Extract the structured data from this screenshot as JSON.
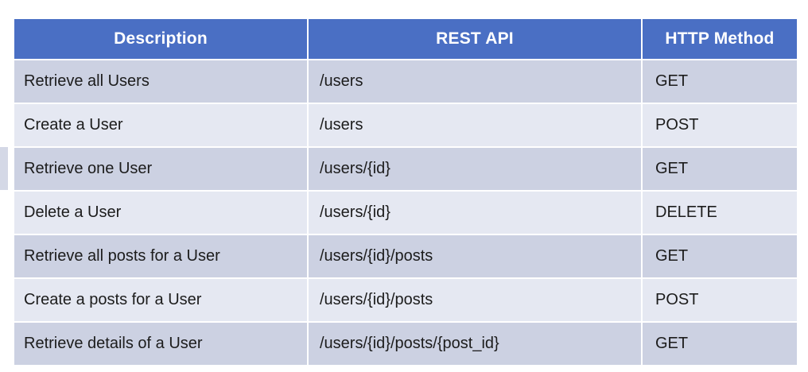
{
  "table": {
    "name": "rest-api-reference-table",
    "headers": [
      "Description",
      "REST API",
      "HTTP Method"
    ],
    "rows": [
      {
        "description": "Retrieve all Users",
        "rest_api": "/users",
        "http_method": "GET"
      },
      {
        "description": "Create a User",
        "rest_api": "/users",
        "http_method": "POST"
      },
      {
        "description": "Retrieve one User",
        "rest_api": "/users/{id}",
        "http_method": "GET"
      },
      {
        "description": "Delete a User",
        "rest_api": "/users/{id}",
        "http_method": "DELETE"
      },
      {
        "description": "Retrieve all posts for a User",
        "rest_api": "/users/{id}/posts",
        "http_method": "GET"
      },
      {
        "description": "Create a posts for a User",
        "rest_api": "/users/{id}/posts",
        "http_method": "POST"
      },
      {
        "description": "Retrieve details of a User",
        "rest_api": "/users/{id}/posts/{post_id}",
        "http_method": "GET"
      }
    ]
  },
  "colors": {
    "header_background": "#4a6fc4",
    "header_text": "#ffffff",
    "row_odd_background": "#ccd1e2",
    "row_even_background": "#e5e8f2",
    "body_text": "#1c1c1c",
    "page_background": "#ffffff"
  }
}
